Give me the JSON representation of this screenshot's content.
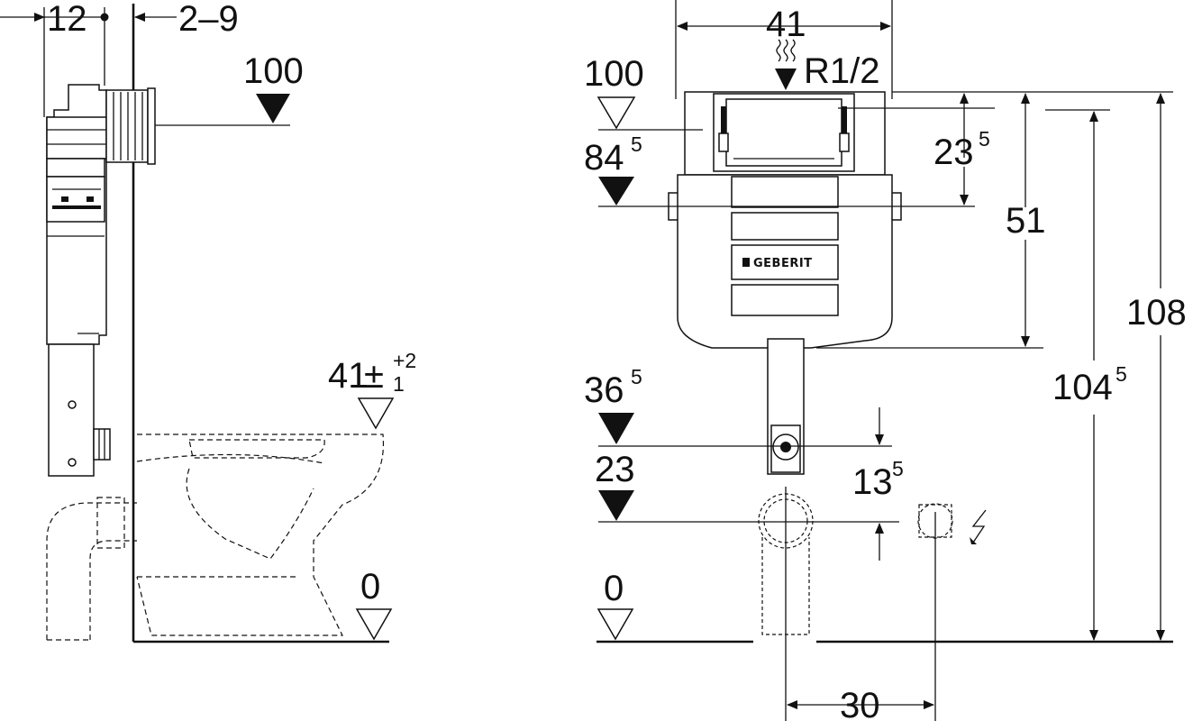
{
  "side_view": {
    "frame_depth": "12",
    "wall_thickness": "2–9",
    "level_top": "100",
    "level_bowl": "41",
    "bowl_tol_upper": "+2",
    "bowl_tol_lower": "1",
    "level_floor": "0"
  },
  "front_view": {
    "cistern_width": "41",
    "water_connection": "R1/2",
    "level_top": "100",
    "level_upper_main": "84",
    "level_upper_frac": "5",
    "height_top_main": "23",
    "height_top_frac": "5",
    "height_cistern": "51",
    "level_flush_main": "36",
    "level_flush_frac": "5",
    "level_drain": "23",
    "drain_spacing_main": "13",
    "drain_spacing_frac": "5",
    "level_floor": "0",
    "height_outlet_main": "104",
    "height_outlet_frac": "5",
    "height_total": "108",
    "offset_power": "30",
    "brand": "GEBERIT"
  },
  "icons": {
    "power": "lightning-icon",
    "water": "water-inlet-icon",
    "level": "level-triangle-icon"
  }
}
